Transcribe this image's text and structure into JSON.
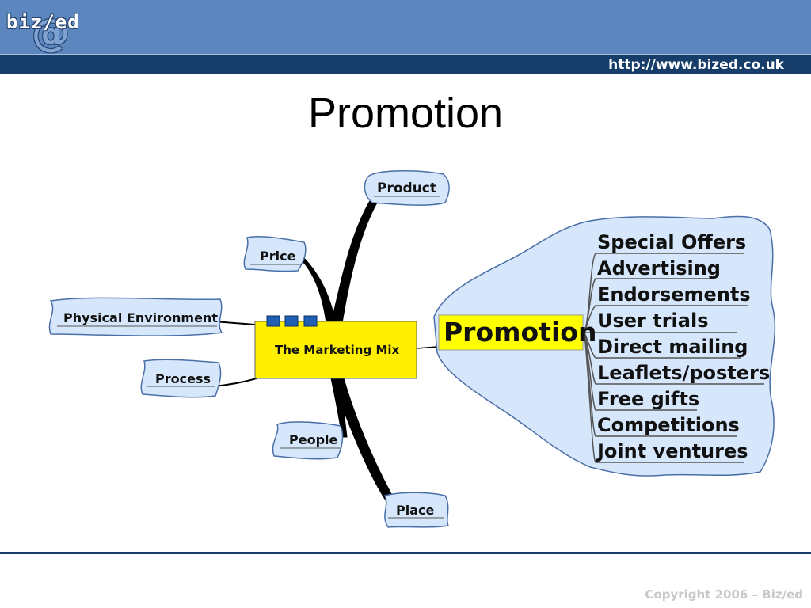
{
  "header": {
    "logo_text": "biz/ed",
    "url": "http://www.bized.co.uk"
  },
  "slide": {
    "title": "Promotion"
  },
  "diagram": {
    "center": "The Marketing Mix",
    "branches": {
      "product": "Product",
      "price": "Price",
      "physical_environment": "Physical Environment",
      "process": "Process",
      "people": "People",
      "place": "Place"
    },
    "focus": "Promotion",
    "focus_items": [
      "Special Offers",
      "Advertising",
      "Endorsements",
      "User trials",
      "Direct mailing",
      "Leaflets/posters",
      "Free gifts",
      "Competitions",
      "Joint ventures"
    ],
    "colors": {
      "center_fill": "#ffef00",
      "focus_fill": "#ffff00",
      "cloud_fill": "#d6e6fb",
      "square": "#1f5fb4"
    }
  },
  "footer": {
    "copyright": "Copyright 2006 – Biz/ed"
  }
}
